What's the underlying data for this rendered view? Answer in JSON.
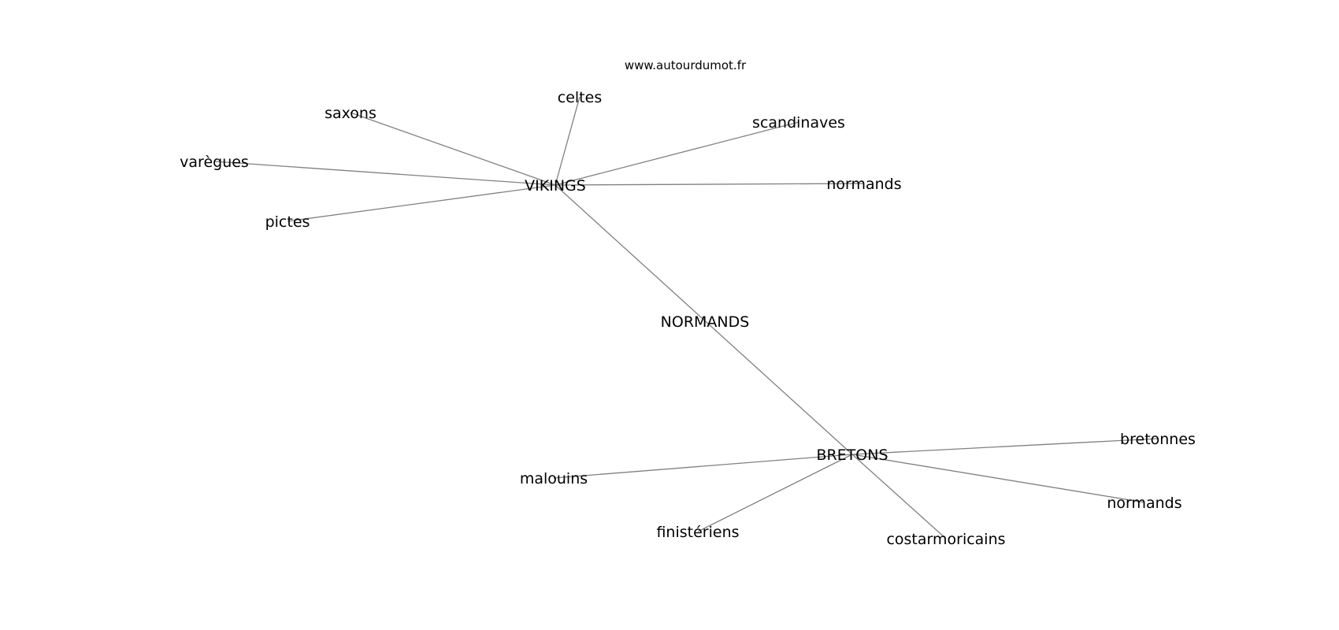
{
  "header": {
    "site": "www.autourdumot.fr"
  },
  "graph": {
    "center": {
      "id": "normands_center",
      "label": "NORMANDS"
    },
    "hubs": [
      {
        "id": "vikings",
        "label": "VIKINGS"
      },
      {
        "id": "bretons",
        "label": "BRETONS"
      }
    ],
    "leaves": [
      {
        "id": "celtes",
        "label": "celtes"
      },
      {
        "id": "saxons",
        "label": "saxons"
      },
      {
        "id": "scandinaves",
        "label": "scandinaves"
      },
      {
        "id": "varegues",
        "label": "varègues"
      },
      {
        "id": "normands_v",
        "label": "normands"
      },
      {
        "id": "pictes",
        "label": "pictes"
      },
      {
        "id": "bretonnes",
        "label": "bretonnes"
      },
      {
        "id": "malouins",
        "label": "malouins"
      },
      {
        "id": "normands_b",
        "label": "normands"
      },
      {
        "id": "finisteriens",
        "label": "finistériens"
      },
      {
        "id": "costarmoricains",
        "label": "costarmoricains"
      }
    ],
    "edges": [
      [
        "vikings",
        "bretons"
      ],
      [
        "vikings",
        "celtes"
      ],
      [
        "vikings",
        "saxons"
      ],
      [
        "vikings",
        "scandinaves"
      ],
      [
        "vikings",
        "varegues"
      ],
      [
        "vikings",
        "normands_v"
      ],
      [
        "vikings",
        "pictes"
      ],
      [
        "bretons",
        "bretonnes"
      ],
      [
        "bretons",
        "malouins"
      ],
      [
        "bretons",
        "normands_b"
      ],
      [
        "bretons",
        "finisteriens"
      ],
      [
        "bretons",
        "costarmoricains"
      ]
    ]
  }
}
